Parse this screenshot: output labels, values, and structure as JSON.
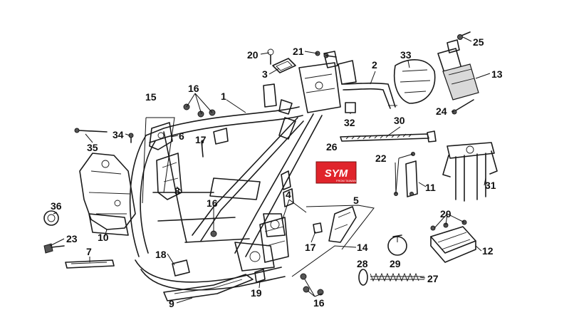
{
  "callouts": {
    "c1": "1",
    "c2": "2",
    "c3": "3",
    "c4": "4",
    "c5": "5",
    "c6": "6",
    "c7": "7",
    "c8": "8",
    "c9": "9",
    "c10": "10",
    "c11": "11",
    "c12": "12",
    "c13": "13",
    "c14": "14",
    "c15": "15",
    "c16a": "16",
    "c16b": "16",
    "c16c": "16",
    "c17a": "17",
    "c17b": "17",
    "c18": "18",
    "c19": "19",
    "c20a": "20",
    "c20b": "20",
    "c21": "21",
    "c22": "22",
    "c23": "23",
    "c24": "24",
    "c25": "25",
    "c26": "26",
    "c27": "27",
    "c28": "28",
    "c29": "29",
    "c30": "30",
    "c31": "31",
    "c32": "32",
    "c33": "33",
    "c34": "34",
    "c35": "35",
    "c36": "36"
  },
  "badge": {
    "brand": "SYM",
    "subtext": "FROM TAIWAN",
    "color": "#e0242b"
  }
}
